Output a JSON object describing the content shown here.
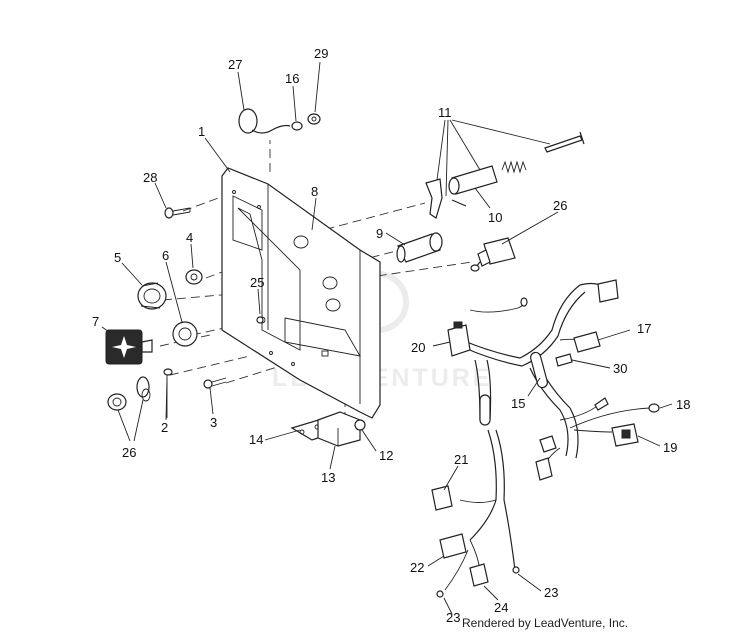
{
  "watermark": "LEADVENTURE",
  "credit": "Rendered by LeadVenture, Inc.",
  "callouts": {
    "c1": "1",
    "c2": "2",
    "c3": "3",
    "c4": "4",
    "c5": "5",
    "c6": "6",
    "c7": "7",
    "c8": "8",
    "c9": "9",
    "c10": "10",
    "c11": "11",
    "c12": "12",
    "c13": "13",
    "c14": "14",
    "c15": "15",
    "c16": "16",
    "c17": "17",
    "c18": "18",
    "c19": "19",
    "c20": "20",
    "c21": "21",
    "c22": "22",
    "c23a": "23",
    "c23b": "23",
    "c24": "24",
    "c25": "25",
    "c26a": "26",
    "c26b": "26",
    "c27": "27",
    "c28": "28",
    "c29": "29",
    "c30": "30"
  }
}
